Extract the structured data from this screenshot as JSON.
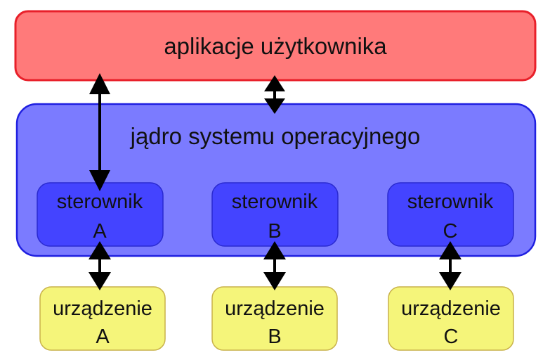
{
  "app_layer": {
    "label": "aplikacje użytkownika"
  },
  "kernel": {
    "label": "jądro systemu operacyjnego"
  },
  "drivers": [
    {
      "line1": "sterownik",
      "line2": "A"
    },
    {
      "line1": "sterownik",
      "line2": "B"
    },
    {
      "line1": "sterownik",
      "line2": "C"
    }
  ],
  "devices": [
    {
      "line1": "urządzenie",
      "line2": "A"
    },
    {
      "line1": "urządzenie",
      "line2": "B"
    },
    {
      "line1": "urządzenie",
      "line2": "C"
    }
  ],
  "colors": {
    "app_fill": "#ff7a7a",
    "app_stroke": "#e8202a",
    "kernel_fill": "#7b7bff",
    "kernel_stroke": "#1f1fe0",
    "driver_fill": "#4444ff",
    "device_fill": "#f5f57a",
    "device_stroke": "#c9b24a",
    "arrow": "#000000"
  }
}
